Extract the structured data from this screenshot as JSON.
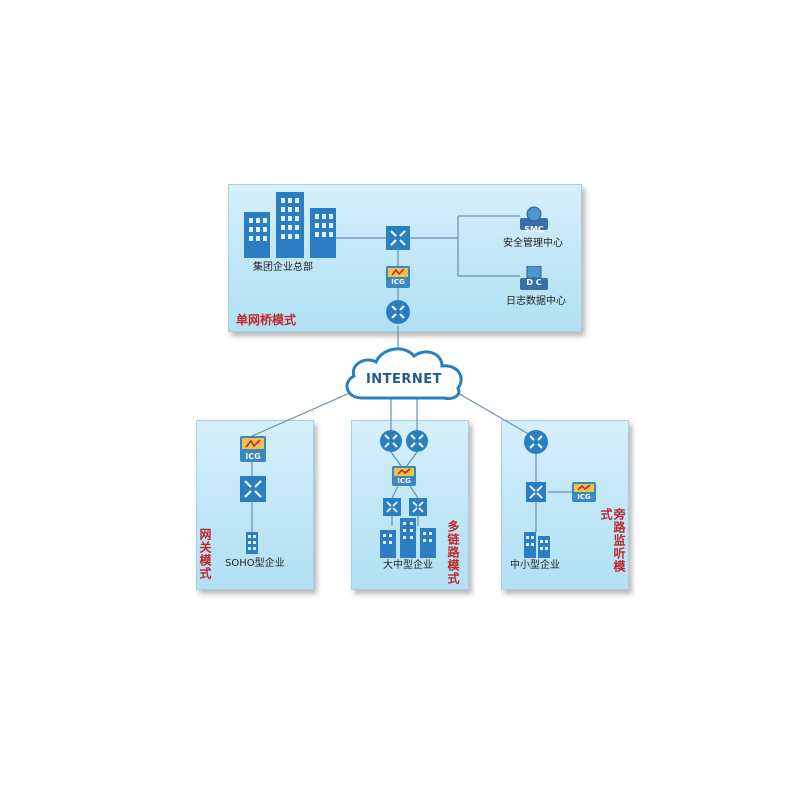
{
  "nodes": {
    "hq": "集团企业总部",
    "smc": "安全管理中心",
    "dc": "日志数据中心",
    "soho": "SOHO型企业",
    "large": "大中型企业",
    "sme": "中小型企业"
  },
  "modes": {
    "bridge": "单网桥模式",
    "gateway": "网关模式",
    "multilink": "多链路模式",
    "bypass": "旁路监听模式"
  },
  "cloud": "INTERNET",
  "badges": {
    "icg": "ICG",
    "smc": "SMC",
    "dc": "D C"
  },
  "colors": {
    "router": "#2a7fc1",
    "icg_body": "#3a87c6",
    "mode_text": "#c0272d",
    "line": "#6b8fb0"
  }
}
